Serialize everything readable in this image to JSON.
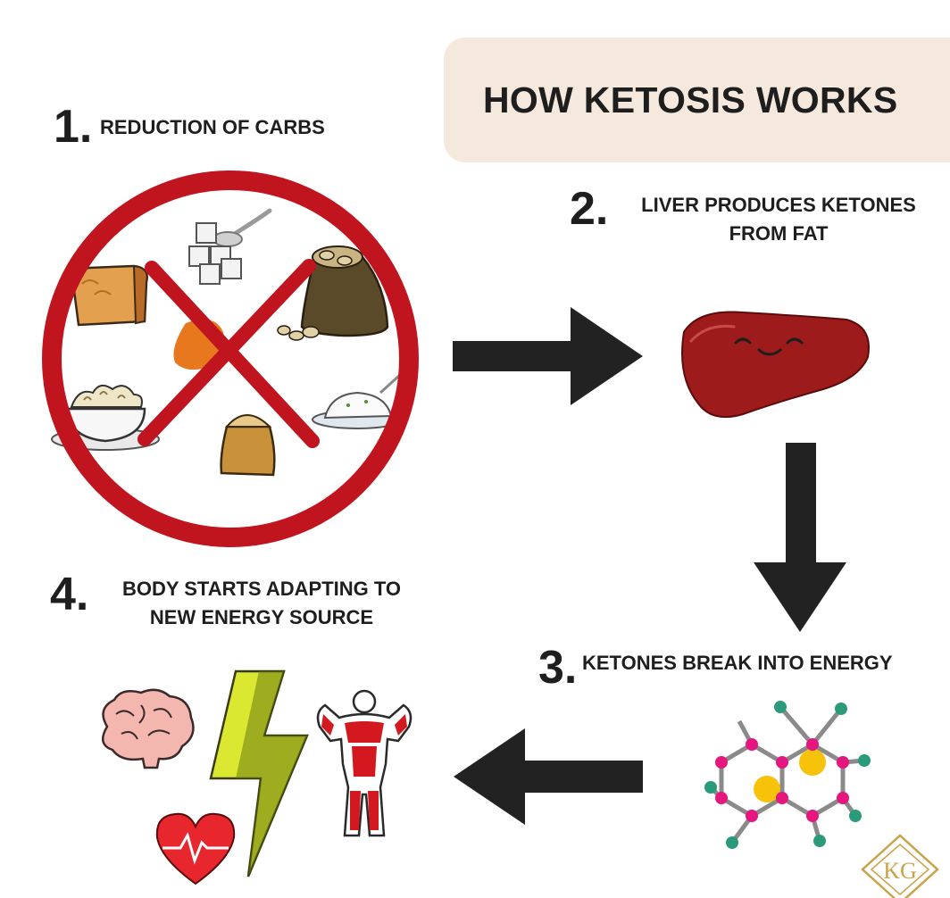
{
  "title": "HOW KETOSIS WORKS",
  "steps": [
    {
      "number": "1.",
      "lines": [
        "REDUCTION OF CARBS"
      ]
    },
    {
      "number": "2.",
      "lines": [
        "LIVER PRODUCES KETONES",
        "FROM FAT"
      ]
    },
    {
      "number": "3.",
      "lines": [
        "KETONES BREAK INTO ENERGY"
      ]
    },
    {
      "number": "4.",
      "lines": [
        "BODY STARTS ADAPTING TO",
        "NEW ENERGY SOURCE"
      ]
    }
  ],
  "logo_text": "KG",
  "colors": {
    "title_bg": "#f5e9de",
    "no_sign": "#c0141f",
    "arrow": "#222222",
    "liver": "#9e1b1b",
    "molecule_pink": "#e5177e",
    "molecule_teal": "#2a9a7a",
    "molecule_yellow": "#f6c20a",
    "bolt": "#dbe832",
    "heart": "#e8262e",
    "gold": "#c9a24a"
  },
  "icons": [
    "no-carbs-sign-icon",
    "bread-icon",
    "sugar-cubes-icon",
    "potato-sack-icon",
    "bean-icon",
    "pasta-bowl-icon",
    "flour-sack-icon",
    "rice-plate-icon",
    "liver-icon",
    "molecule-icon",
    "brain-icon",
    "lightning-bolt-icon",
    "muscle-man-icon",
    "heart-icon",
    "kg-logo-icon"
  ]
}
